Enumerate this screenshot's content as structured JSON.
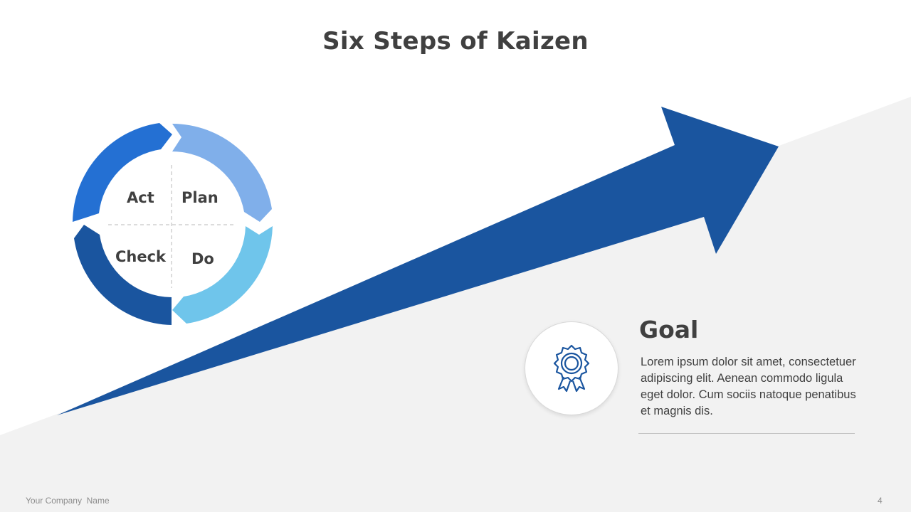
{
  "slide": {
    "title": "Six Steps of Kaizen",
    "footer_company": "Your Company  Name",
    "page_number": "4"
  },
  "cycle": {
    "labels": {
      "act": "Act",
      "plan": "Plan",
      "check": "Check",
      "do": "Do"
    },
    "colors": {
      "act": "#2470d3",
      "plan": "#80afea",
      "do": "#6fc5eb",
      "check": "#1a559f"
    }
  },
  "arrow": {
    "color": "#1a559f"
  },
  "goal": {
    "title": "Goal",
    "text": "Lorem ipsum dolor sit amet, consectetuer adipiscing elit.  Aenean commodo ligula eget dolor. Cum sociis natoque penatibus et magnis dis.",
    "icon": "award-ribbon-icon"
  }
}
